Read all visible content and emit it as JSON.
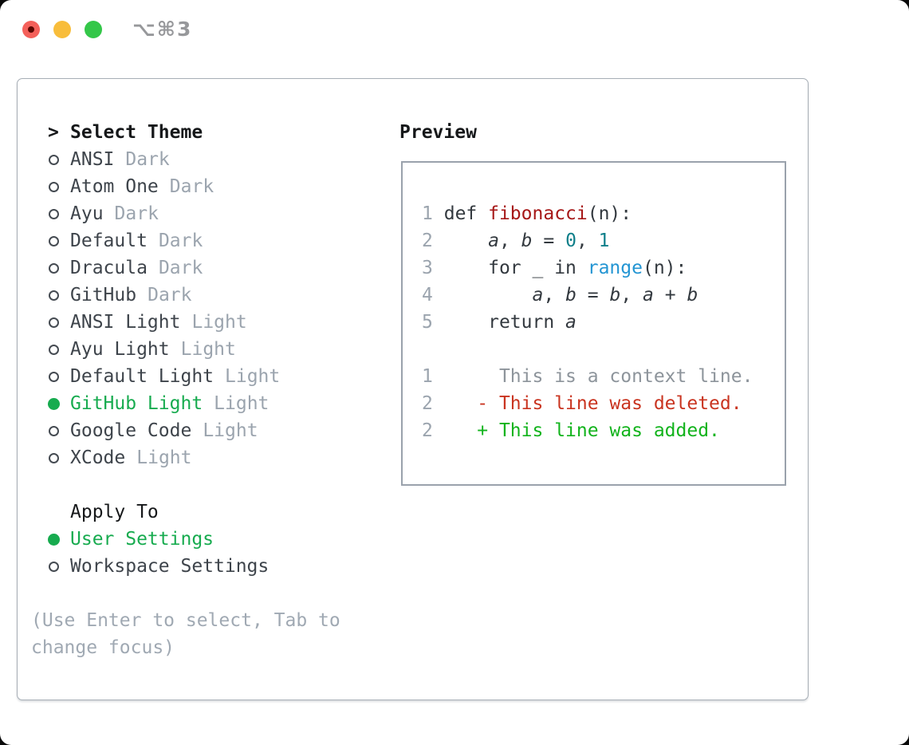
{
  "titlebar": {
    "title": "⌥⌘3"
  },
  "colors": {
    "window-bg": "#ffffff",
    "panel-border": "#a7aeb6",
    "box-border": "#9aa2ac",
    "text-dark": "#3e444b",
    "text-black": "#16181a",
    "text-muted": "#9ba4ae",
    "text-help": "#a0a9b3",
    "green": "#17ab4f",
    "code-plain": "#33393f",
    "code-func": "#a61717",
    "code-num": "#0f7f8a",
    "code-builtin": "#2395d3",
    "code-ctx": "#8d949b",
    "code-del": "#c93420",
    "code-add": "#12b31c",
    "tl-red": "#f4605a",
    "tl-yellow": "#f8bd3b",
    "tl-green": "#34c749",
    "title-gray": "#97989b"
  },
  "theme_panel": {
    "header_prefix": ">",
    "header": "Select Theme",
    "items": [
      {
        "name": "ANSI",
        "variant": "Dark",
        "selected": false
      },
      {
        "name": "Atom One",
        "variant": "Dark",
        "selected": false
      },
      {
        "name": "Ayu",
        "variant": "Dark",
        "selected": false
      },
      {
        "name": "Default",
        "variant": "Dark",
        "selected": false
      },
      {
        "name": "Dracula",
        "variant": "Dark",
        "selected": false
      },
      {
        "name": "GitHub",
        "variant": "Dark",
        "selected": false
      },
      {
        "name": "ANSI Light",
        "variant": "Light",
        "selected": false
      },
      {
        "name": "Ayu Light",
        "variant": "Light",
        "selected": false
      },
      {
        "name": "Default Light",
        "variant": "Light",
        "selected": false
      },
      {
        "name": "GitHub Light",
        "variant": "Light",
        "selected": true
      },
      {
        "name": "Google Code",
        "variant": "Light",
        "selected": false
      },
      {
        "name": "XCode",
        "variant": "Light",
        "selected": false
      }
    ],
    "apply_to": {
      "header": "Apply To",
      "options": [
        {
          "label": "User Settings",
          "selected": true
        },
        {
          "label": "Workspace Settings",
          "selected": false
        }
      ]
    },
    "help_lines": [
      "(Use Enter to select, Tab to",
      "change focus)"
    ]
  },
  "preview": {
    "header": "Preview",
    "code_lines": [
      {
        "num": "1",
        "tokens": [
          {
            "t": "def ",
            "c": "plain"
          },
          {
            "t": "fibonacci",
            "c": "func"
          },
          {
            "t": "(n):",
            "c": "plain"
          }
        ]
      },
      {
        "num": "2",
        "tokens": [
          {
            "t": "    ",
            "c": "plain"
          },
          {
            "t": "a",
            "c": "var"
          },
          {
            "t": ", ",
            "c": "plain"
          },
          {
            "t": "b",
            "c": "var"
          },
          {
            "t": " = ",
            "c": "plain"
          },
          {
            "t": "0",
            "c": "num"
          },
          {
            "t": ", ",
            "c": "plain"
          },
          {
            "t": "1",
            "c": "num"
          }
        ]
      },
      {
        "num": "3",
        "tokens": [
          {
            "t": "    for _ in ",
            "c": "plain"
          },
          {
            "t": "range",
            "c": "builtin"
          },
          {
            "t": "(n):",
            "c": "plain"
          }
        ]
      },
      {
        "num": "4",
        "tokens": [
          {
            "t": "        ",
            "c": "plain"
          },
          {
            "t": "a",
            "c": "var"
          },
          {
            "t": ", ",
            "c": "plain"
          },
          {
            "t": "b",
            "c": "var"
          },
          {
            "t": " = ",
            "c": "plain"
          },
          {
            "t": "b",
            "c": "var"
          },
          {
            "t": ", ",
            "c": "plain"
          },
          {
            "t": "a",
            "c": "var"
          },
          {
            "t": " + ",
            "c": "plain"
          },
          {
            "t": "b",
            "c": "var"
          }
        ]
      },
      {
        "num": "5",
        "tokens": [
          {
            "t": "    return ",
            "c": "plain"
          },
          {
            "t": "a",
            "c": "var"
          }
        ]
      }
    ],
    "diff_lines": [
      {
        "num": "1",
        "tokens": [
          {
            "t": "     This is a context line.",
            "c": "ctx"
          }
        ]
      },
      {
        "num": "2",
        "tokens": [
          {
            "t": "   ",
            "c": "plain"
          },
          {
            "t": "- This line was deleted.",
            "c": "del"
          }
        ]
      },
      {
        "num": "2",
        "tokens": [
          {
            "t": "   ",
            "c": "plain"
          },
          {
            "t": "+ This line was added.",
            "c": "add"
          }
        ]
      }
    ]
  }
}
